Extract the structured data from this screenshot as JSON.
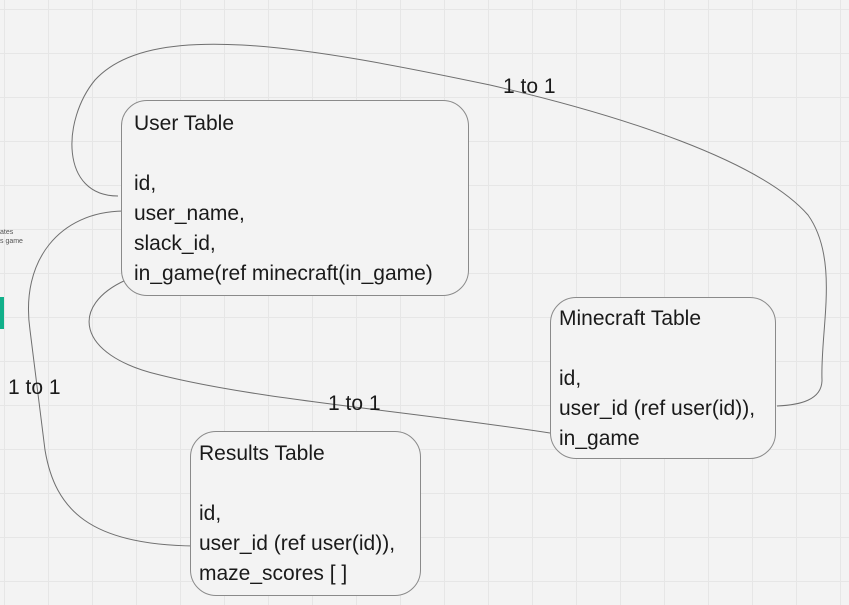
{
  "colors": {
    "canvas": "#f3f3f3",
    "grid": "#e6e6e6",
    "connector": "#6f6f6f",
    "card_border": "#8a8a8a",
    "accent": "#11b08a"
  },
  "offscreen_left": {
    "note_line_1": "ates",
    "note_line_2": "s game"
  },
  "tables": {
    "user": {
      "lines": [
        "User Table",
        "",
        "id,",
        "user_name,",
        "slack_id,",
        "in_game(ref minecraft(in_game)"
      ]
    },
    "minecraft": {
      "lines": [
        "Minecraft Table",
        "",
        "id,",
        "user_id (ref user(id)),",
        "in_game"
      ]
    },
    "results": {
      "lines": [
        "Results Table",
        "",
        "id,",
        "user_id (ref user(id)),",
        "maze_scores [ ]"
      ]
    }
  },
  "relations": {
    "user_minecraft_top": "1 to 1",
    "user_minecraft_middle": "1 to 1",
    "user_results_left": "1 to 1"
  }
}
